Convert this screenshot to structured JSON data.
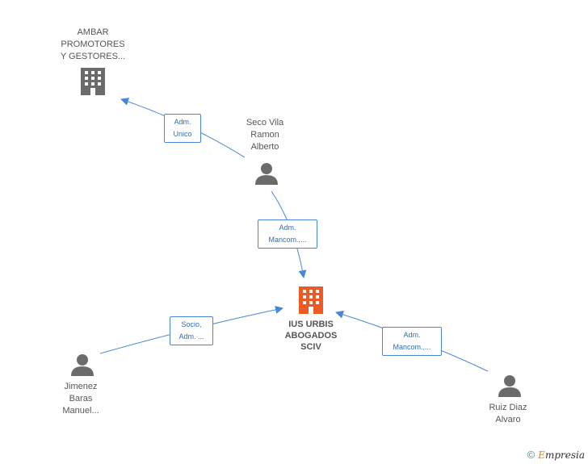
{
  "nodes": {
    "ambar": {
      "lines": [
        "AMBAR",
        "PROMOTORES",
        "Y GESTORES..."
      ],
      "icon": "building-icon",
      "color": "#6b6b6b"
    },
    "seco": {
      "lines": [
        "Seco Vila",
        "Ramon",
        "Alberto"
      ],
      "icon": "person-icon",
      "color": "#6b6b6b"
    },
    "ius": {
      "lines": [
        "IUS URBIS",
        "ABOGADOS",
        "SCIV"
      ],
      "icon": "building-icon",
      "color": "#ee5a24"
    },
    "jimenez": {
      "lines": [
        "Jimenez",
        "Baras",
        "Manuel..."
      ],
      "icon": "person-icon",
      "color": "#6b6b6b"
    },
    "ruiz": {
      "lines": [
        "Ruiz Diaz",
        "Alvaro"
      ],
      "icon": "person-icon",
      "color": "#6b6b6b"
    }
  },
  "edges": {
    "seco_ambar": {
      "lines": [
        "Adm.",
        "Unico"
      ]
    },
    "seco_ius": {
      "lines": [
        "Adm.",
        "Mancom.,..."
      ]
    },
    "jimenez_ius": {
      "lines": [
        "Socio,",
        "Adm. ..."
      ]
    },
    "ruiz_ius": {
      "lines": [
        "Adm.",
        "Mancom.,..."
      ]
    }
  },
  "colors": {
    "edge": "#4a86d8"
  },
  "footer": {
    "copyright": "©",
    "brand_first": "E",
    "brand_rest": "mpresia"
  }
}
